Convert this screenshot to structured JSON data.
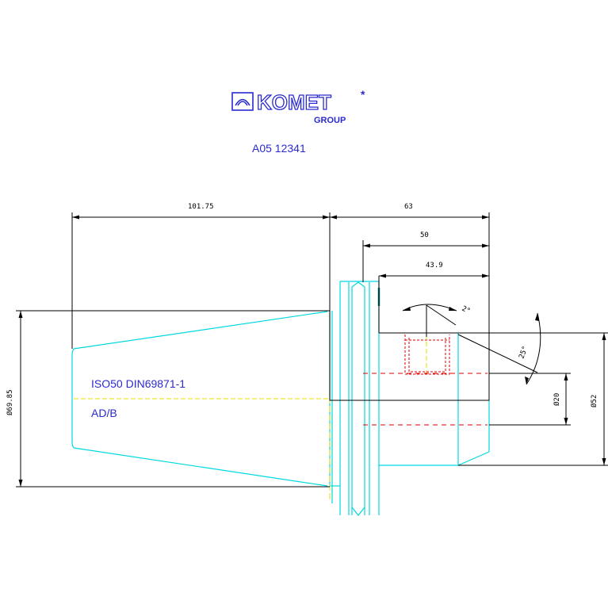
{
  "logo": {
    "brand": "KOMET",
    "registered": "*",
    "group": "GROUP"
  },
  "part_number": "A05 12341",
  "spec": {
    "standard": "ISO50 DIN69871-1",
    "variant": "AD/B"
  },
  "dimensions": {
    "taper_length": "101.75",
    "total_length": "63",
    "length_50": "50",
    "length_43_9": "43.9",
    "angle_small": "2°",
    "angle_25": "25°",
    "dia_69_85": "Ø69.85",
    "dia_20": "Ø20",
    "dia_52": "Ø52"
  },
  "colors": {
    "outline": "#00d8e0",
    "dimension": "#000000",
    "text": "#2a2ad0",
    "centerline": "#e8e000",
    "thread": "#e00000",
    "accent": "#008080"
  }
}
